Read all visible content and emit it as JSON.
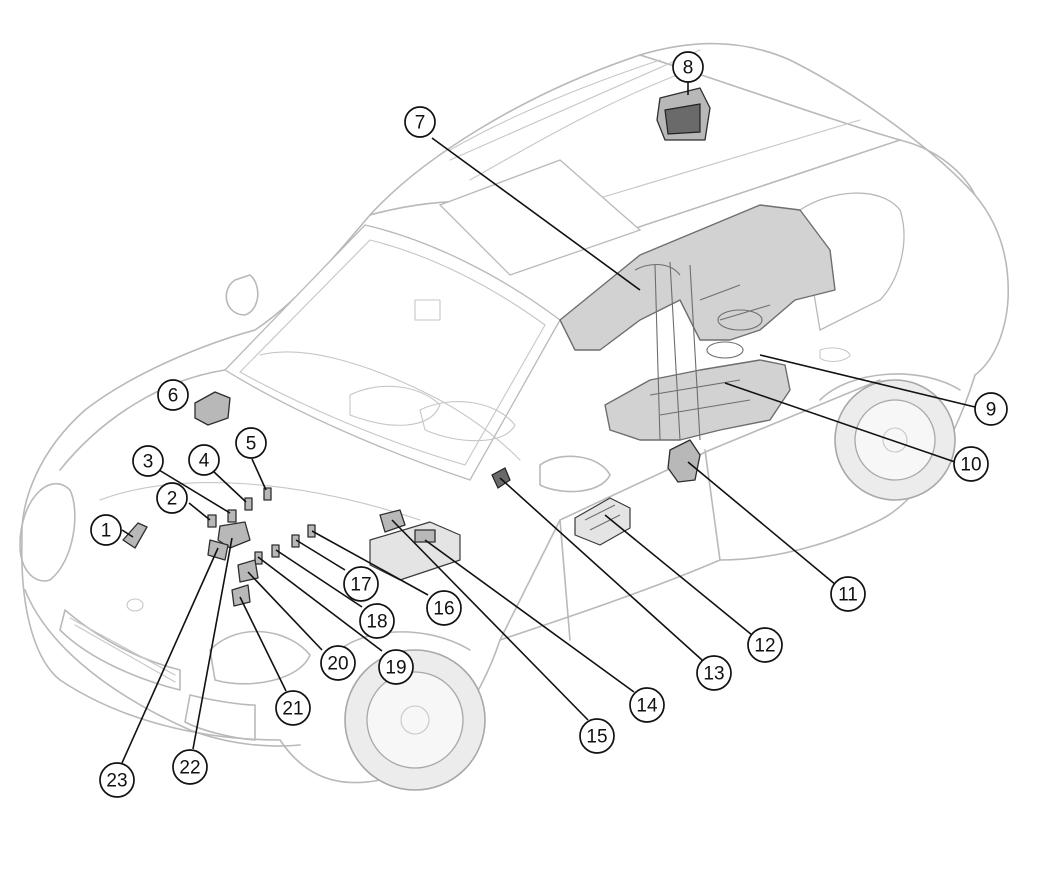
{
  "diagram": {
    "subject": "car-component-location",
    "callouts": [
      {
        "id": "callout-1",
        "label": "1"
      },
      {
        "id": "callout-2",
        "label": "2"
      },
      {
        "id": "callout-3",
        "label": "3"
      },
      {
        "id": "callout-4",
        "label": "4"
      },
      {
        "id": "callout-5",
        "label": "5"
      },
      {
        "id": "callout-6",
        "label": "6"
      },
      {
        "id": "callout-7",
        "label": "7"
      },
      {
        "id": "callout-8",
        "label": "8"
      },
      {
        "id": "callout-9",
        "label": "9"
      },
      {
        "id": "callout-10",
        "label": "10"
      },
      {
        "id": "callout-11",
        "label": "11"
      },
      {
        "id": "callout-12",
        "label": "12"
      },
      {
        "id": "callout-13",
        "label": "13"
      },
      {
        "id": "callout-14",
        "label": "14"
      },
      {
        "id": "callout-15",
        "label": "15"
      },
      {
        "id": "callout-16",
        "label": "16"
      },
      {
        "id": "callout-17",
        "label": "17"
      },
      {
        "id": "callout-18",
        "label": "18"
      },
      {
        "id": "callout-19",
        "label": "19"
      },
      {
        "id": "callout-20",
        "label": "20"
      },
      {
        "id": "callout-21",
        "label": "21"
      },
      {
        "id": "callout-22",
        "label": "22"
      },
      {
        "id": "callout-23",
        "label": "23"
      }
    ],
    "colors": {
      "car_outline": "#b9b9b9",
      "highlighted_parts": "#b8b8b8",
      "fuel_tank": "#d2d2d2",
      "callout_ink": "#111111",
      "background": "#ffffff"
    }
  }
}
